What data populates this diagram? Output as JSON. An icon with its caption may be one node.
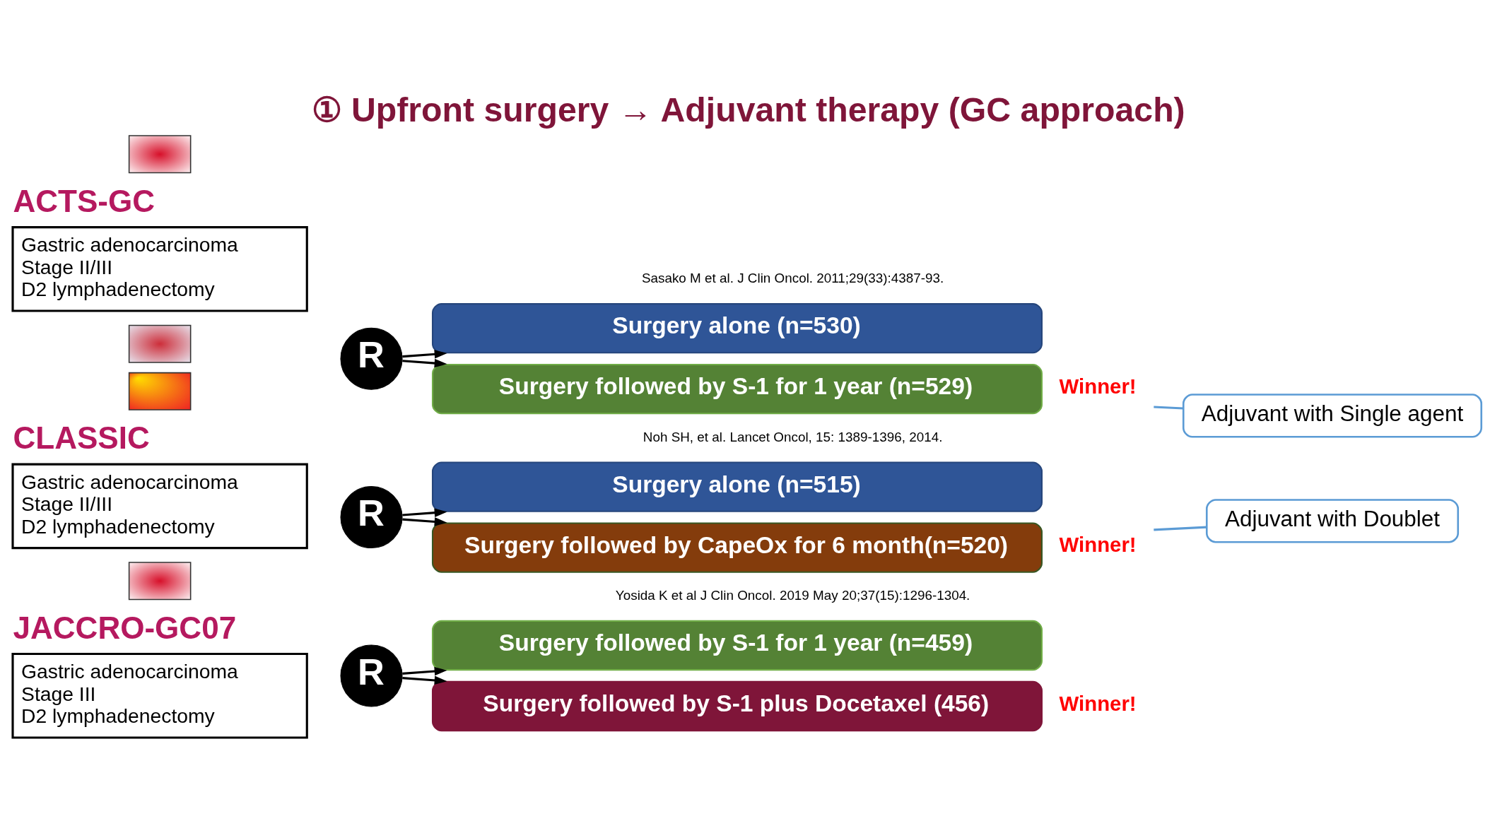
{
  "diagram": {
    "title": "① Upfront surgery → Adjuvant therapy (GC approach)",
    "nodes": [
      {
        "text": [],
        "shape": "picture"
      },
      {
        "text": [
          "ACTS-GC",
          "Gastric adenocarcinoma",
          "Stage II/III",
          "D2 lymphadenectomy"
        ]
      },
      {
        "text": [
          "R"
        ]
      },
      {
        "text": [
          "Surgery alone (n=530)"
        ]
      },
      {
        "text": [
          "Surgery followed by S-1 for 1 year (n=529)"
        ],
        "beside": [
          "Winner!"
        ]
      },
      {
        "text": [
          "Adjuvant with Single agent"
        ]
      },
      {
        "text": [],
        "shape": "picture"
      },
      {
        "text": [],
        "shape": "picture"
      },
      {
        "text": [
          "CLASSIC",
          "Gastric adenocarcinoma",
          "Stage II/III",
          "D2 lymphadenectomy"
        ]
      },
      {
        "text": [
          "R"
        ]
      },
      {
        "text": [
          "Surgery alone (n=515)"
        ]
      },
      {
        "text": [
          "Surgery followed by CapeOx for 6 month(n=520)"
        ],
        "beside": [
          "Winner!"
        ]
      },
      {
        "text": [],
        "shape": "picture"
      },
      {
        "text": [
          "JACCRO-GC07",
          "Gastric adenocarcinoma",
          "Stage III",
          "D2 lymphadenectomy"
        ]
      },
      {
        "text": [
          "R"
        ]
      },
      {
        "text": [
          "Surgery followed by S-1 for 1 year (n=459)"
        ]
      },
      {
        "text": [
          "Surgery followed by S-1 plus Docetaxel (456)"
        ],
        "beside": [
          "Winner!"
        ]
      },
      {
        "text": [
          "Adjuvant with Doublet"
        ]
      }
    ],
    "edges": [
      {
        "from": 2,
        "to": 3,
        "arrow": "to"
      },
      {
        "from": 2,
        "to": 4,
        "arrow": "to"
      },
      {
        "from": 5,
        "to": 4,
        "arrow": "none",
        "color": "#5b9bd5"
      },
      {
        "from": 9,
        "to": 10,
        "arrow": "to"
      },
      {
        "from": 9,
        "to": 11,
        "arrow": "to"
      },
      {
        "from": 14,
        "to": 15,
        "arrow": "to"
      },
      {
        "from": 14,
        "to": 16,
        "arrow": "to"
      },
      {
        "from": 17,
        "to": 11,
        "arrow": "none",
        "color": "#5b9bd5"
      }
    ],
    "labels": [
      "Sasako M et al. J Clin Oncol. 2011;29(33):4387-93.",
      "Noh SH, et al. Lancet Oncol, 15: 1389-1396, 2014.",
      "Yosida K et al J Clin Oncol. 2019 May 20;37(15):1296-1304."
    ]
  }
}
